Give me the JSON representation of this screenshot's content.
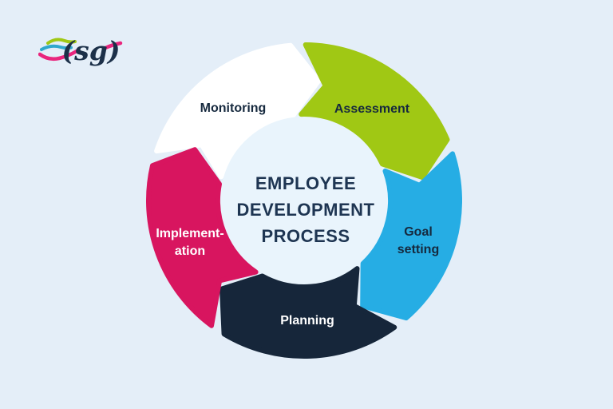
{
  "logo": {
    "text": "(sg)",
    "text_color": "#1c3049",
    "wave_colors": {
      "green": "#a0c814",
      "teal": "#2fa8cd",
      "pink": "#e9257d"
    }
  },
  "diagram": {
    "title_lines": [
      "EMPLOYEE",
      "DEVELOPMENT",
      "PROCESS"
    ],
    "colors": {
      "background": "#e4eef8",
      "center_disk": "#e9f4fc",
      "title_text": "#1e3552"
    },
    "segments": [
      {
        "id": "monitoring",
        "label_lines": [
          "Monitoring"
        ],
        "fill": "#ffffff",
        "text_color": "#16293e"
      },
      {
        "id": "assessment",
        "label_lines": [
          "Assessment"
        ],
        "fill": "#a0c814",
        "text_color": "#16293e"
      },
      {
        "id": "goal-setting",
        "label_lines": [
          "Goal",
          "setting"
        ],
        "fill": "#26ade4",
        "text_color": "#16293e"
      },
      {
        "id": "planning",
        "label_lines": [
          "Planning"
        ],
        "fill": "#16263a",
        "text_color": "#ffffff"
      },
      {
        "id": "implementation",
        "label_lines": [
          "Implement-",
          "ation"
        ],
        "fill": "#d8155f",
        "text_color": "#ffffff"
      }
    ]
  }
}
